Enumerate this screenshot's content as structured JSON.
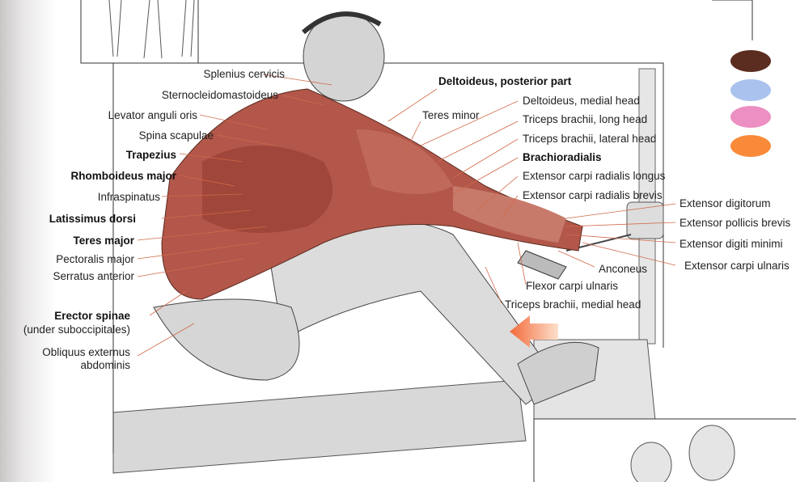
{
  "left_labels": [
    {
      "text": "Splenius cervicis",
      "bold": false
    },
    {
      "text": "Sternocleidomastoideus",
      "bold": false
    },
    {
      "text": "Levator anguli oris",
      "bold": false
    },
    {
      "text": "Spina scapulae",
      "bold": false
    },
    {
      "text": "Trapezius",
      "bold": true
    },
    {
      "text": "Rhomboideus major",
      "bold": true
    },
    {
      "text": "Infraspinatus",
      "bold": false
    },
    {
      "text": "Latissimus dorsi",
      "bold": true
    },
    {
      "text": "Teres major",
      "bold": true
    },
    {
      "text": "Pectoralis major",
      "bold": false
    },
    {
      "text": "Serratus anterior",
      "bold": false
    },
    {
      "text": "Erector spinae",
      "bold": true
    },
    {
      "text": "(under suboccipitales)",
      "bold": false
    },
    {
      "text": "Obliquus externus",
      "bold": false
    },
    {
      "text": "abdominis",
      "bold": false
    }
  ],
  "right_labels": [
    {
      "text": "Deltoideus, posterior part",
      "bold": true
    },
    {
      "text": "Teres minor",
      "bold": false
    },
    {
      "text": "Deltoideus, medial head",
      "bold": false
    },
    {
      "text": "Triceps brachii, long head",
      "bold": false
    },
    {
      "text": "Triceps brachii, lateral head",
      "bold": false
    },
    {
      "text": "Brachioradialis",
      "bold": true
    },
    {
      "text": "Extensor carpi radialis longus",
      "bold": false
    },
    {
      "text": "Extensor carpi radialis brevis",
      "bold": false
    },
    {
      "text": "Extensor digitorum",
      "bold": false
    },
    {
      "text": "Extensor pollicis brevis",
      "bold": false
    },
    {
      "text": "Extensor digiti minimi",
      "bold": false
    },
    {
      "text": "Extensor carpi ulnaris",
      "bold": false
    },
    {
      "text": "Anconeus",
      "bold": false
    },
    {
      "text": "Flexor carpi ulnaris",
      "bold": false
    },
    {
      "text": "Triceps brachii, medial head",
      "bold": false
    }
  ],
  "legend_colors": [
    "#5b2c20",
    "#a9c3ee",
    "#ec8fc2",
    "#f98a3a"
  ],
  "arrow_color": "#f26a3a"
}
